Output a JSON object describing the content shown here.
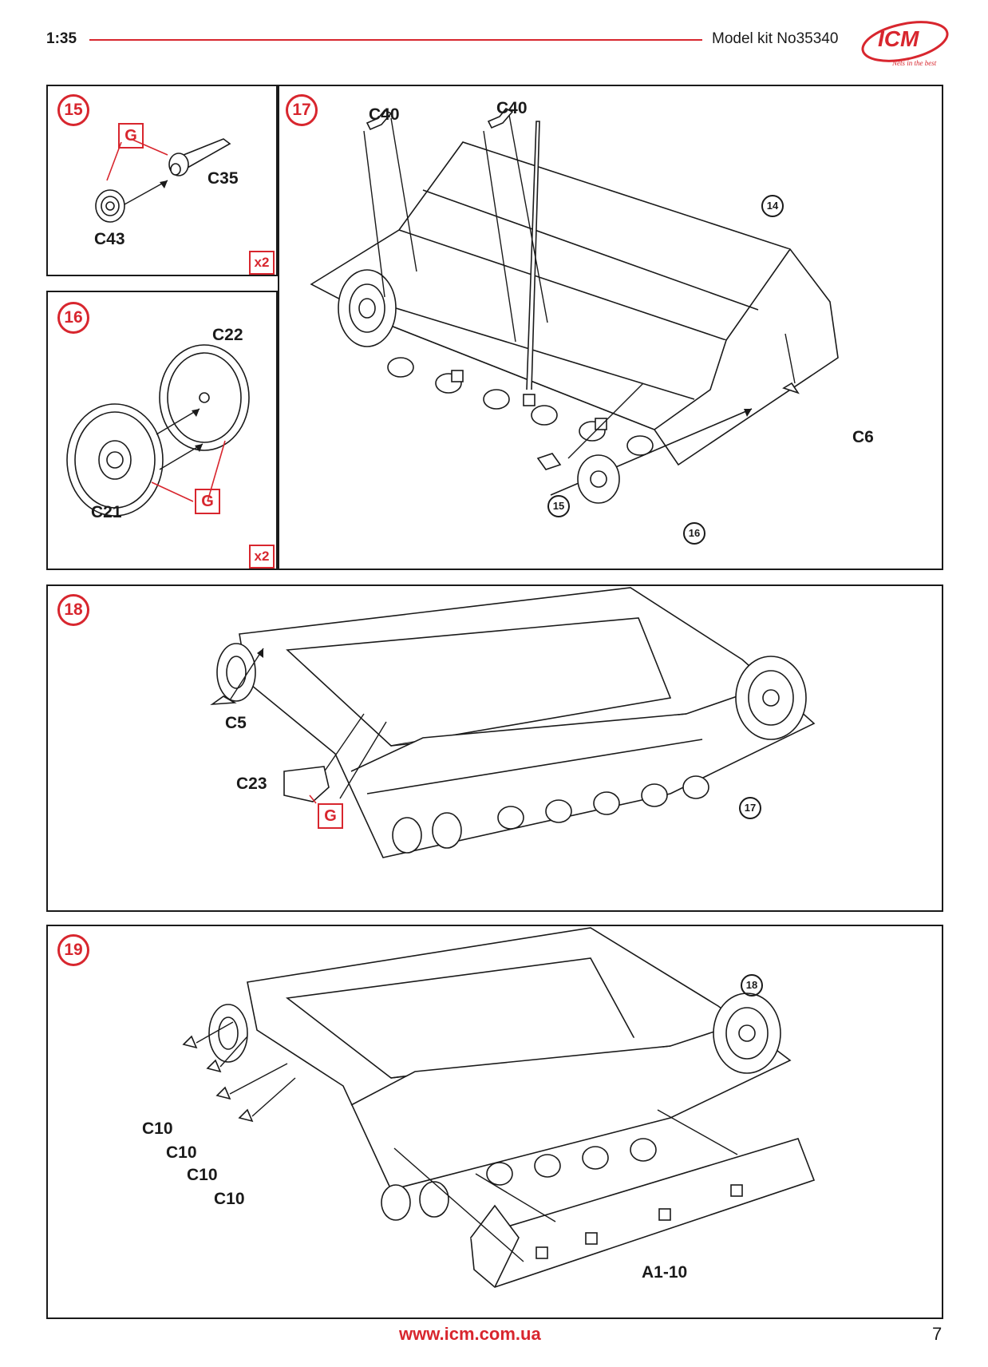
{
  "header": {
    "scale": "1:35",
    "kit": "Model kit No35340",
    "logo_text": "ICM",
    "logo_tagline": "Nets in the best"
  },
  "steps": {
    "s15": {
      "num": "15",
      "parts": [
        "G",
        "C35",
        "C43"
      ],
      "multiplier": "x2"
    },
    "s16": {
      "num": "16",
      "parts": [
        "C22",
        "C21",
        "G"
      ],
      "multiplier": "x2"
    },
    "s17": {
      "num": "17",
      "parts": [
        "C40",
        "C40",
        "C6"
      ],
      "refs": [
        "14",
        "15",
        "16"
      ]
    },
    "s18": {
      "num": "18",
      "parts": [
        "C5",
        "C23",
        "G"
      ],
      "refs": [
        "17"
      ]
    },
    "s19": {
      "num": "19",
      "parts": [
        "C10",
        "C10",
        "C10",
        "C10",
        "A1-10"
      ],
      "refs": [
        "18"
      ]
    }
  },
  "footer": {
    "url": "www.icm.com.ua",
    "page": "7"
  }
}
